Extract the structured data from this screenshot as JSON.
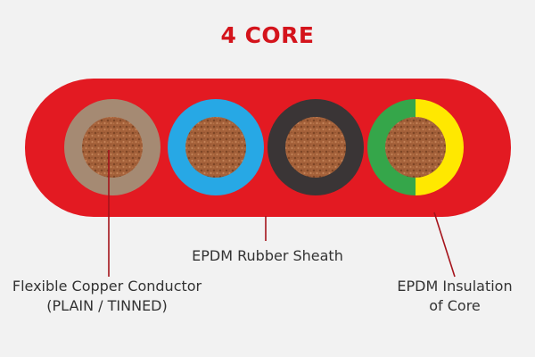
{
  "title": "4 CORE",
  "colors": {
    "title": "#d4141c",
    "sheath": "#e31a22",
    "leader": "#a5131b",
    "copper": "#a4613a",
    "copper_dark": "#6e3a1e",
    "copper_light": "#c98a5e",
    "core_1": "#a58a73",
    "core_2": "#27a8e5",
    "core_3": "#3a3536",
    "core_4_green": "#35a64a",
    "core_4_yellow": "#ffe800",
    "text": "#333333"
  },
  "cores": [
    {
      "name": "core-1-brown",
      "color": "brown"
    },
    {
      "name": "core-2-blue",
      "color": "blue"
    },
    {
      "name": "core-3-black",
      "color": "black"
    },
    {
      "name": "core-4-green-yellow",
      "color": "green/yellow"
    }
  ],
  "labels": {
    "conductor": {
      "line1": "Flexible Copper Conductor",
      "line2": "(PLAIN / TINNED)"
    },
    "sheath": {
      "line1": "EPDM Rubber Sheath"
    },
    "insulation": {
      "line1": "EPDM Insulation",
      "line2": "of Core"
    }
  }
}
